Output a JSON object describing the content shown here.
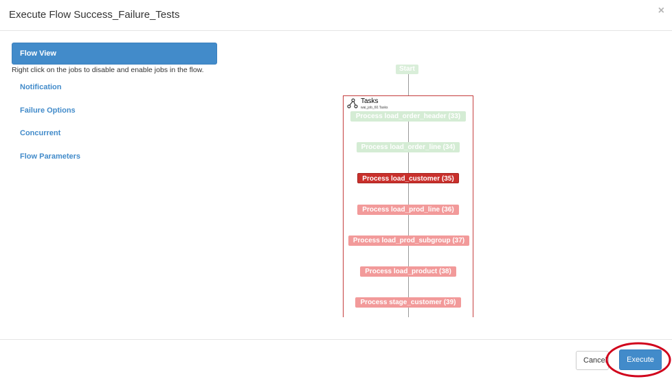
{
  "modal": {
    "title": "Execute Flow Success_Failure_Tests",
    "close_symbol": "×"
  },
  "sidebar": {
    "active_label": "Flow View",
    "hint": "Right click on the jobs to disable and enable jobs in the flow.",
    "items": [
      "Notification",
      "Failure Options",
      "Concurrent",
      "Flow Parameters"
    ]
  },
  "graph": {
    "start_label": "Start",
    "group_title": "Tasks",
    "group_subtitle": "wai_job_60.Tasks",
    "group_icon": "flow-icon",
    "jobs": [
      {
        "label": "Process load_order_header (33)",
        "status": "disabled"
      },
      {
        "label": "Process load_order_line (34)",
        "status": "disabled"
      },
      {
        "label": "Process load_customer (35)",
        "status": "failed"
      },
      {
        "label": "Process load_prod_line (36)",
        "status": "ready"
      },
      {
        "label": "Process load_prod_subgroup (37)",
        "status": "ready"
      },
      {
        "label": "Process load_product (38)",
        "status": "ready"
      },
      {
        "label": "Process stage_customer (39)",
        "status": "ready"
      }
    ]
  },
  "footer": {
    "cancel_label": "Cancel",
    "execute_label": "Execute"
  },
  "colors": {
    "primary": "#428bca",
    "failed": "#c9302c",
    "ready": "#f29a9a",
    "disabled": "#d4ecd4",
    "annotation_ring": "#d0021b"
  }
}
